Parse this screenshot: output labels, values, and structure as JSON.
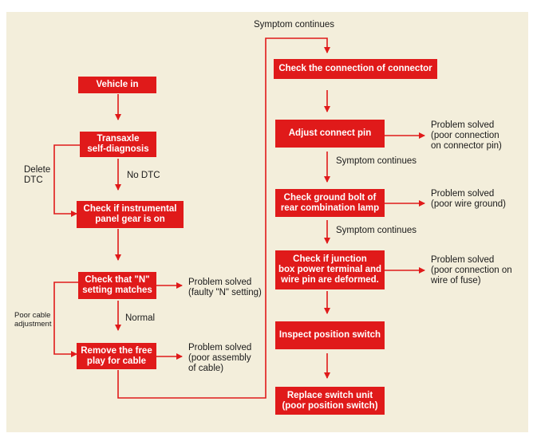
{
  "colors": {
    "box": "#e01a1a",
    "line": "#e01a1a",
    "background": "#f3eedb",
    "text": "#1a1a1a"
  },
  "boxes": {
    "vehicle_in": "Vehicle in",
    "transaxle": "Transaxle\nself-diagnosis",
    "check_panel": "Check if instrumental\npanel gear is on",
    "check_n": "Check that \"N\"\nsetting matches",
    "remove_play": "Remove the free\nplay for cable",
    "check_connection": "Check the connection of connector",
    "adjust_pin": "Adjust connect pin",
    "check_ground": "Check ground bolt of\nrear combination lamp",
    "check_junction": "Check if junction\nbox power terminal and\nwire pin are deformed.",
    "inspect_switch": "Inspect position switch",
    "replace_switch": "Replace switch unit\n(poor position switch)"
  },
  "labels": {
    "symptom_top": "Symptom continues",
    "delete_dtc": "Delete\nDTC",
    "no_dtc": "No DTC",
    "poor_cable": "Poor cable\nadjustment",
    "normal": "Normal",
    "solved_n": "Problem solved\n(faulty \"N\" setting)",
    "solved_cable": "Problem solved\n(poor assembly\nof cable)",
    "solved_pin": "Problem solved\n(poor connection\non connector pin)",
    "symptom_1": "Symptom continues",
    "solved_ground": "Problem solved\n(poor wire ground)",
    "symptom_2": "Symptom continues",
    "solved_fuse": "Problem solved\n(poor connection on\nwire of fuse)"
  }
}
